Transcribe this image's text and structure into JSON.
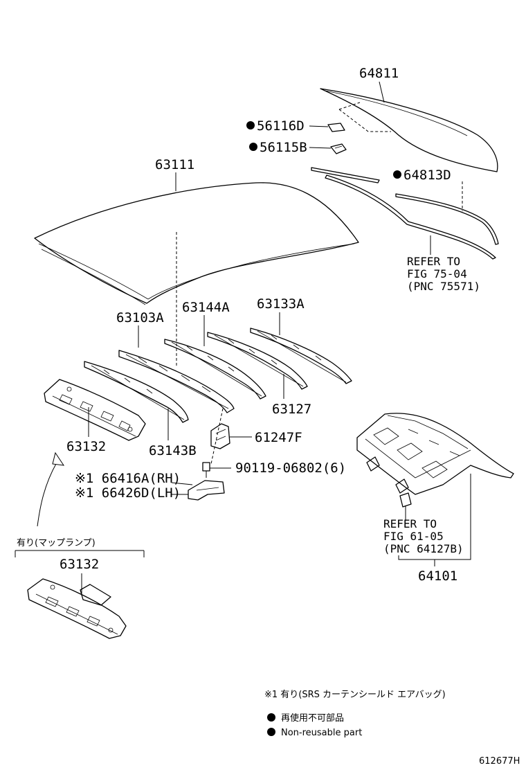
{
  "diagram": {
    "parts": {
      "p64811": "64811",
      "p56116d": "56116D",
      "p56115b": "56115B",
      "p64813d": "64813D",
      "p63111": "63111",
      "p63103a": "63103A",
      "p63144a": "63144A",
      "p63133a": "63133A",
      "p63127": "63127",
      "p63132": "63132",
      "p63143b": "63143B",
      "p61247f": "61247F",
      "p90119": "90119-06802(6)",
      "p66416a": "※1 66416A(RH)",
      "p66426d": "※1 66426D(LH)",
      "p63132_alt": "63132",
      "p64101": "64101"
    },
    "refer_75": [
      "REFER TO",
      "FIG 75-04",
      "(PNC 75571)"
    ],
    "refer_61": [
      "REFER TO",
      "FIG 61-05",
      "(PNC 64127B)"
    ],
    "variant_label": "有り(マップランプ)",
    "legend": {
      "note1": "※1 有り(SRS カーテンシールド エアバッグ)",
      "nonreusable_jp": "再使用不可部品",
      "nonreusable_en": "Non-reusable part"
    },
    "figure_id": "612677H"
  }
}
